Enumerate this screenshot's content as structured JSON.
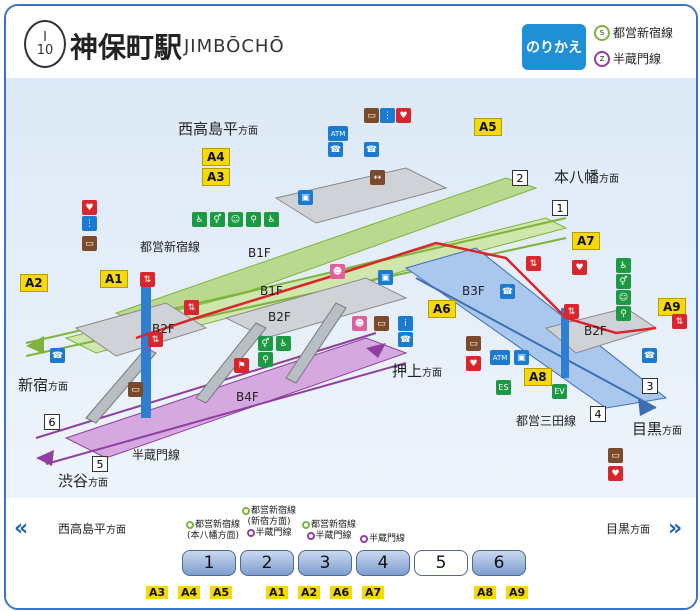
{
  "header": {
    "line_letter": "I",
    "line_number": "10",
    "station_name": "神保町駅",
    "station_name_en": "JIMBŌCHŌ",
    "transfer_label": "のりかえ",
    "transfer_lines": [
      {
        "icon": "S",
        "name": "都営新宿線",
        "color": "#7fb33d"
      },
      {
        "icon": "Z",
        "name": "半蔵門線",
        "color": "#8f3fa0"
      }
    ]
  },
  "map": {
    "places": {
      "nishitakashimadaira": "西高島平",
      "motoyawata": "本八幡",
      "shinjuku": "新宿",
      "oshiage": "押上",
      "meguro": "目黒",
      "shibuya": "渋谷",
      "direction_suffix": "方面"
    },
    "lines": {
      "shinjuku_line": "都営新宿線",
      "hanzomon_line": "半蔵門線",
      "mita_line": "都営三田線"
    },
    "floors": {
      "b1f_a": "B1F",
      "b1f_b": "B1F",
      "b2f_a": "B2F",
      "b2f_b": "B2F",
      "b2f_c": "B2F",
      "b3f": "B3F",
      "b4f": "B4F"
    },
    "exits": [
      "A1",
      "A2",
      "A3",
      "A4",
      "A5",
      "A6",
      "A7",
      "A8",
      "A9"
    ],
    "platforms": [
      "1",
      "2",
      "3",
      "4",
      "5",
      "6"
    ],
    "icons": {
      "atm": "ATM",
      "es": "ES",
      "ev": "EV"
    }
  },
  "bottom": {
    "left_direction": "西高島平",
    "right_direction": "目黒",
    "direction_suffix": "方面",
    "cars": [
      "1",
      "2",
      "3",
      "4",
      "5",
      "6"
    ],
    "car_notes": [
      {
        "line": "都営新宿線",
        "sub": "(本八幡方面)",
        "kind": "S"
      },
      {
        "line": "都営新宿線",
        "sub": "(新宿方面)",
        "kind": "S",
        "extra_line": "半蔵門線"
      },
      {
        "line": "都営新宿線",
        "sub": "",
        "kind": "S",
        "extra_line": "半蔵門線"
      },
      {
        "line": "半蔵門線",
        "sub": "",
        "kind": "Z"
      }
    ],
    "exit_groups": [
      [
        "A3",
        "A4",
        "A5"
      ],
      [
        "A1",
        "A2",
        "A6",
        "A7"
      ],
      [
        "A8",
        "A9"
      ]
    ]
  }
}
